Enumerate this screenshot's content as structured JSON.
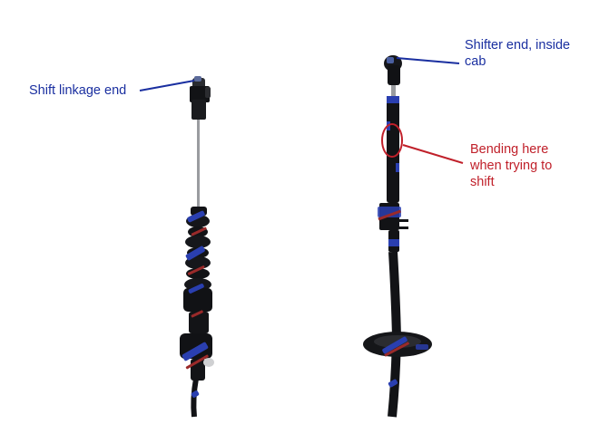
{
  "image": {
    "description": "Photo of a transmission shift cable with two ends, annotated with callouts",
    "background_color": "#ffffff"
  },
  "annotations": {
    "left_end": {
      "text": "Shift linkage end",
      "color": "#1a2fa0"
    },
    "right_end": {
      "text_line1": "Shifter end, inside",
      "text_line2": "cab",
      "color": "#1a2fa0"
    },
    "bending": {
      "text_line1": "Bending here",
      "text_line2": "when trying to",
      "text_line3": "shift",
      "color": "#c0202a"
    }
  },
  "colors": {
    "cable_black": "#121316",
    "tape_blue": "#2a3fb0",
    "tape_red": "#9a2a2a",
    "rod_silver": "#9a9ca0",
    "callout_blue": "#1a2fa0",
    "callout_red": "#c0202a"
  }
}
